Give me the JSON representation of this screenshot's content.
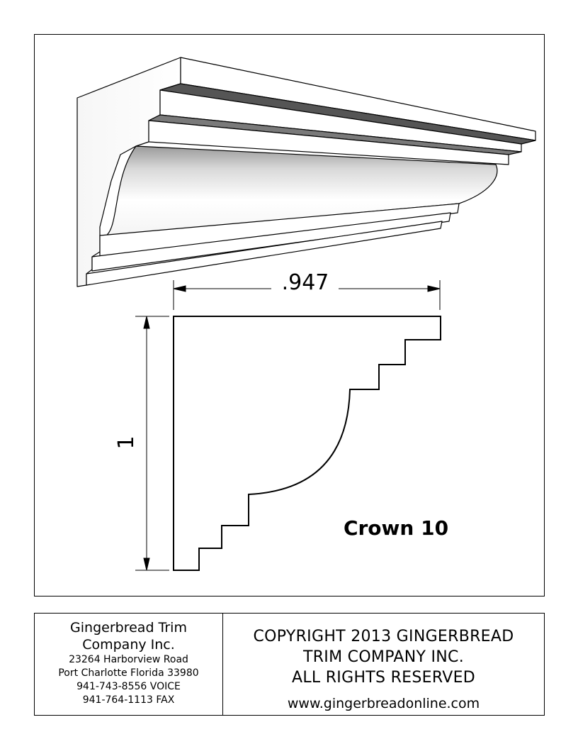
{
  "drawing": {
    "width_dimension": ".947",
    "height_dimension": "1",
    "part_name": "Crown 10"
  },
  "title_block": {
    "company_line1": "Gingerbread Trim",
    "company_line2": "Company Inc.",
    "address1": "23264 Harborview Road",
    "address2": "Port Charlotte Florida 33980",
    "phone": "941-743-8556 VOICE",
    "fax": "941-764-1113 FAX",
    "copyright_line1": "COPYRIGHT 2013 GINGERBREAD",
    "copyright_line2": "TRIM COMPANY INC.",
    "copyright_line3": "ALL RIGHTS RESERVED",
    "website": "www.gingerbreadonline.com"
  }
}
